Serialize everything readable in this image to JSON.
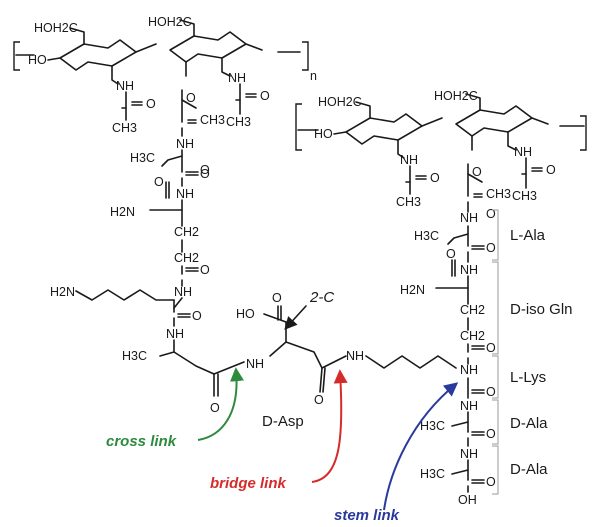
{
  "repeat_subscript": "n",
  "left_chain": {
    "ring1_hoh2c": "HOH2C",
    "ring1_ho": "HO",
    "ring1_nh": "NH",
    "ring1_o": "O",
    "ring1_ch3": "CH3",
    "ring2_hoh2c": "HOH2C",
    "ring2_nh": "NH",
    "ring2_o": "O",
    "ring2_ch3": "CH3",
    "lactyl_o": "O",
    "lactyl_ch3": "CH3",
    "lactyl_co": "O",
    "ala_nh": "NH",
    "ala_h3c": "H3C",
    "ala_co": "O",
    "gln_nh": "NH",
    "gln_amide_o": "O",
    "gln_h2n": "H2N",
    "gln_ch2a": "CH2",
    "gln_ch2b": "CH2",
    "gln_co": "O",
    "lys_nh": "NH",
    "lys_h2n": "H2N",
    "lys_co": "O",
    "dala_nh": "NH",
    "dala_h3c": "H3C",
    "dala_co": "O"
  },
  "bridge": {
    "nh": "NH",
    "cooh_o": "O",
    "cooh_ho": "HO",
    "two_c": "2-C",
    "amide_o": "O",
    "lys_link_nh": "NH",
    "d_asp": "D-Asp"
  },
  "right_chain": {
    "ring1_hoh2c": "HOH2C",
    "ring1_ho": "HO",
    "ring1_nh": "NH",
    "ring1_o": "O",
    "ring1_ch3": "CH3",
    "ring2_hoh2c": "HOH2C",
    "ring2_nh": "NH",
    "ring2_o": "O",
    "ring2_ch3": "CH3",
    "lactyl_o": "O",
    "lactyl_ch3": "CH3",
    "lactyl_co": "O",
    "ala_nh": "NH",
    "ala_h3c": "H3C",
    "ala_co": "O",
    "gln_nh": "NH",
    "gln_amide_o": "O",
    "gln_h2n": "H2N",
    "gln_ch2a": "CH2",
    "gln_ch2b": "CH2",
    "gln_co": "O",
    "lys_nh": "NH",
    "lys_co": "O",
    "dala1_nh": "NH",
    "dala1_h3c": "H3C",
    "dala1_co": "O",
    "dala2_nh": "NH",
    "dala2_h3c": "H3C",
    "dala2_co": "O",
    "dala2_oh": "OH"
  },
  "residue_labels": {
    "l_ala": "L-Ala",
    "d_iso_gln": "D-iso Gln",
    "l_lys": "L-Lys",
    "d_ala_1": "D-Ala",
    "d_ala_2": "D-Ala"
  },
  "arrows": {
    "cross_link": "cross link",
    "bridge_link": "bridge link",
    "stem_link": "stem link"
  },
  "colors": {
    "cross_link": "#2e8b3e",
    "bridge_link": "#d62b2b",
    "stem_link": "#2a3a9c"
  }
}
